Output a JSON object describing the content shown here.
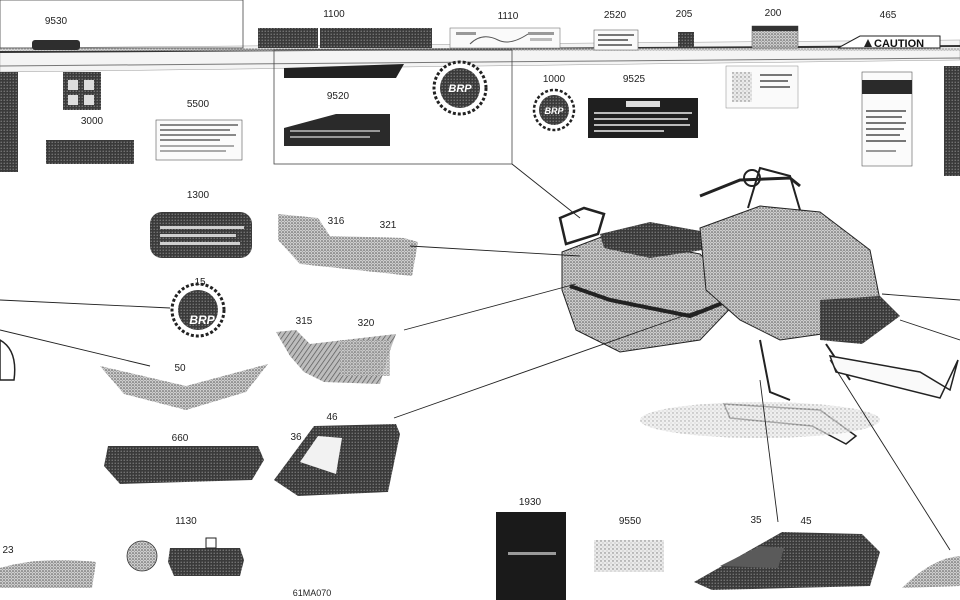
{
  "diagram": {
    "reference_code": "61MA070",
    "callouts": [
      "9530",
      "1100",
      "1110",
      "2520",
      "205",
      "200",
      "465",
      "1000",
      "9525",
      "5500",
      "3000",
      "9520",
      "1300",
      "316",
      "321",
      "15",
      "315",
      "320",
      "50",
      "46",
      "36",
      "660",
      "1930",
      "9550",
      "35",
      "45",
      "1130",
      "23"
    ],
    "decal_texts": {
      "caution": "CAUTION",
      "brp": "BRP"
    },
    "colors": {
      "ink": "#1a1a1a",
      "halftone_dark": "#2b2b2b",
      "halftone_mid": "#6b6b6b",
      "halftone_light": "#a8a8a8",
      "background": "#ffffff"
    }
  }
}
